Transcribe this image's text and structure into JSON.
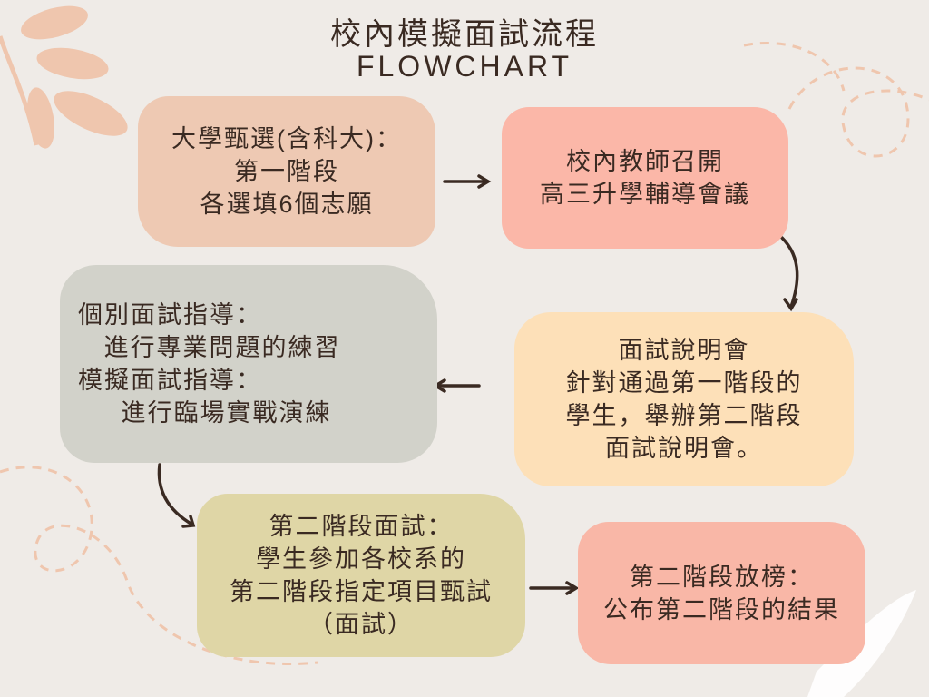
{
  "title": {
    "line1": "校內模擬面試流程",
    "line2": "FLOWCHART"
  },
  "colors": {
    "background": "#efebe7",
    "text": "#3a2a22",
    "box1": "#eec9b3",
    "box2": "#fbb7a8",
    "box3": "#d2d2ca",
    "box4": "#fde0b8",
    "box5": "#dfd6a6",
    "box6": "#f9b7a7"
  },
  "steps": [
    {
      "lines": [
        "大學甄選(含科大)：",
        "第一階段",
        "各選填6個志願"
      ]
    },
    {
      "lines": [
        "校內教師召開",
        "高三升學輔導會議"
      ]
    },
    {
      "lines": [
        "面試說明會",
        "針對通過第一階段的",
        "學生，舉辦第二階段",
        "面試說明會。"
      ]
    },
    {
      "lines": [
        "個別面試指導：",
        "   進行專業問題的練習",
        "模擬面試指導：",
        "     進行臨場實戰演練"
      ]
    },
    {
      "lines": [
        "第二階段面試：",
        "學生參加各校系的",
        "第二階段指定項目甄試",
        "（面試）"
      ]
    },
    {
      "lines": [
        "第二階段放榜：",
        "公布第二階段的結果"
      ]
    }
  ]
}
